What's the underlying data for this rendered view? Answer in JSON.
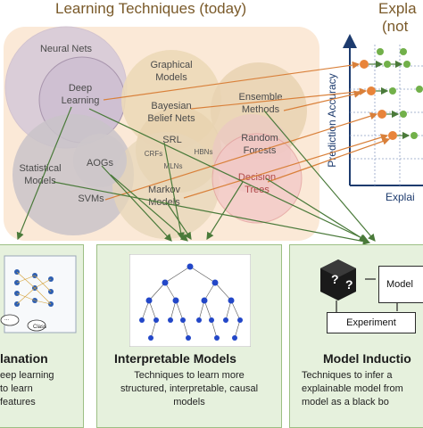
{
  "titles": {
    "learning": "Learning Techniques (today)",
    "explain_top": "Expla",
    "explain_sub": "(not"
  },
  "techniques": {
    "neural_nets": "Neural Nets",
    "deep_learning": "Deep\nLearning",
    "graphical_models": "Graphical\nModels",
    "bayesian": "Bayesian\nBelief Nets",
    "ensemble": "Ensemble\nMethods",
    "srl": "SRL",
    "crfs": "CRFs",
    "hbns": "HBNs",
    "mlns": "MLNs",
    "random_forests": "Random\nForests",
    "statistical": "Statistical\nModels",
    "aogs": "AOGs",
    "svms": "SVMs",
    "markov": "Markov\nModels",
    "decision_trees": "Decision\nTrees"
  },
  "plot": {
    "ylabel": "Prediction Accuracy",
    "xlabel": "Explai"
  },
  "panels": {
    "left": {
      "title": "lanation",
      "desc": "eep learning\nto learn\n features",
      "node1": "...",
      "node2": "Class"
    },
    "middle": {
      "title": "Interpretable Models",
      "desc": "Techniques to learn more\nstructured, interpretable, causal\nmodels"
    },
    "right": {
      "title": "Model Inductio",
      "desc": "Techniques to infer a\nexplainable model from\nmodel as a black bo",
      "model_label": "Model",
      "experiment_label": "Experiment",
      "question_mark": "?"
    }
  },
  "colors": {
    "venn_bg": "#fbe9d7",
    "panel_bg": "#e6f1dd",
    "arrow_green": "#4a7a3a",
    "arrow_orange": "#d9803a",
    "plot_axis": "#1d3b6e"
  }
}
